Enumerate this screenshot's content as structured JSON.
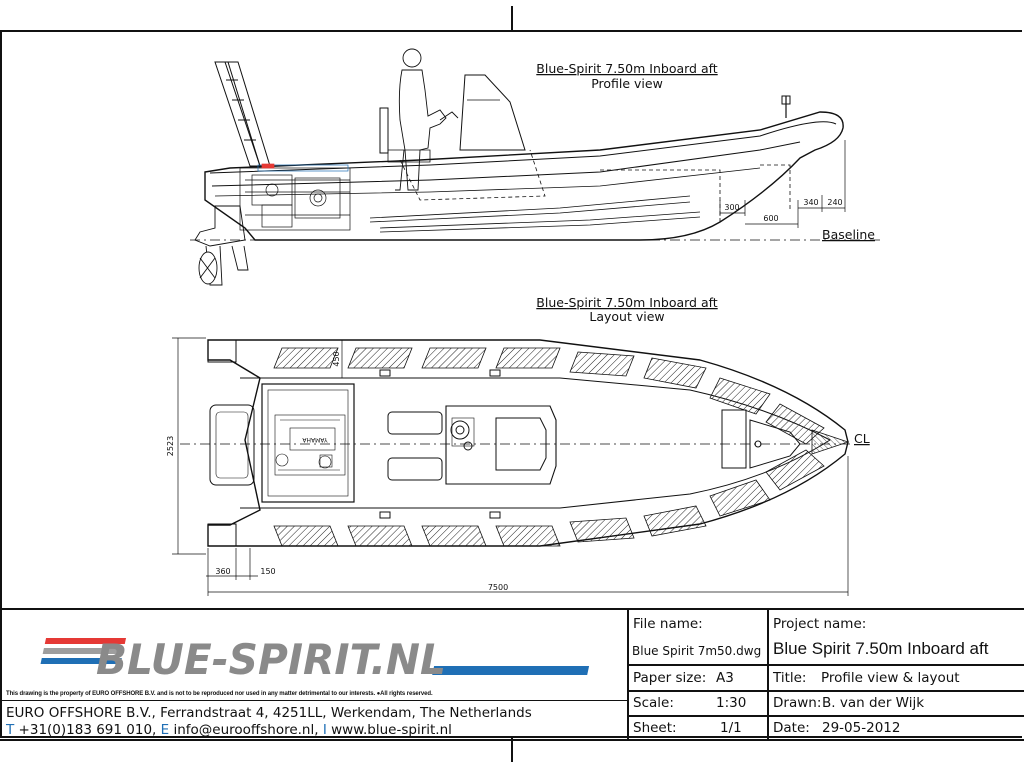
{
  "profile": {
    "title": "Blue-Spirit  7.50m  Inboard  aft",
    "subtitle": "Profile  view",
    "baseline_label": "Baseline",
    "dimensions": [
      "300",
      "600",
      "340",
      "240"
    ]
  },
  "layout": {
    "title": "Blue-Spirit  7.50m  Inboard  aft",
    "subtitle": "Layout  view",
    "centerline_label": "CL",
    "dim_beam": "2523",
    "dim_tube": "450",
    "dim_transom": "360",
    "dim_step": "150",
    "dim_length": "7500",
    "engine_text": "YAMAHA"
  },
  "title_block": {
    "logo_text": "BLUE-SPIRIT.NL",
    "logo_colors": {
      "red": "#e53935",
      "blue": "#1f6fb5",
      "grey": "#9e9e9e"
    },
    "disclaimer": "This drawing is the property of EURO OFFSHORE B.V. and is not to be reproduced nor used in any matter detrimental to our interests. ●All rights reserved.",
    "company_line": "EURO  OFFSHORE  B.V.,  Ferrandstraat  4,  4251LL,  Werkendam,  The  Netherlands",
    "contact_t_label": "T",
    "contact_phone": "+31(0)183  691  010,",
    "contact_e_label": "E",
    "contact_email": "info@eurooffshore.nl,",
    "contact_i_label": "I",
    "contact_web": "www.blue-spirit.nl",
    "file_name_label": "File  name:",
    "file_name": "Blue  Spirit  7m50.dwg",
    "paper_size_label": "Paper  size:",
    "paper_size": "A3",
    "scale_label": "Scale:",
    "scale": "1:30",
    "sheet_label": "Sheet:",
    "sheet": "1/1",
    "project_name_label": "Project  name:",
    "project_name": "Blue  Spirit  7.50m  Inboard  aft",
    "title_label": "Title:",
    "title": "Profile  view  &  layout",
    "drawn_label": "Drawn:",
    "drawn": "B.  van  der  Wijk",
    "date_label": "Date:",
    "date": "29-05-2012"
  }
}
